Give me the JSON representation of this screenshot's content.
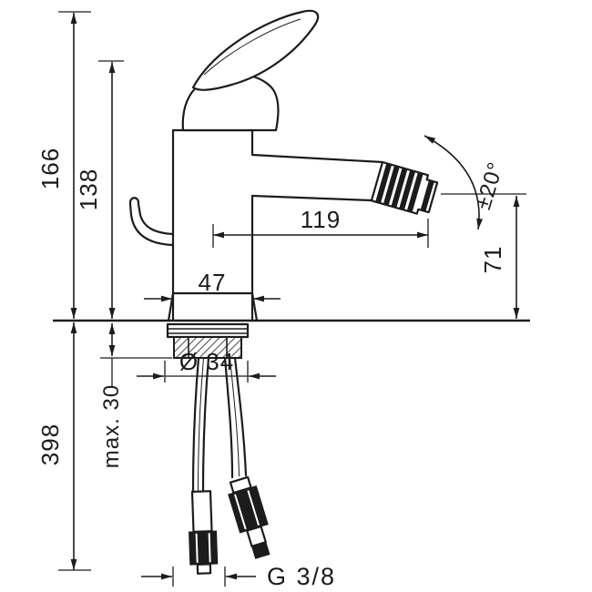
{
  "drawing": {
    "colors": {
      "line": "#1c1c1c",
      "background": "#ffffff"
    },
    "dims": {
      "total_height": "166",
      "height_to_outlet_top": "138",
      "reach": "119",
      "body_width": "47",
      "swivel_angle": "±20°",
      "outlet_height": "71",
      "hole_diameter": "Ø 34",
      "max_deck_thickness": "max. 30",
      "below_deck_length": "398",
      "connection_thread": "G 3/8"
    }
  }
}
